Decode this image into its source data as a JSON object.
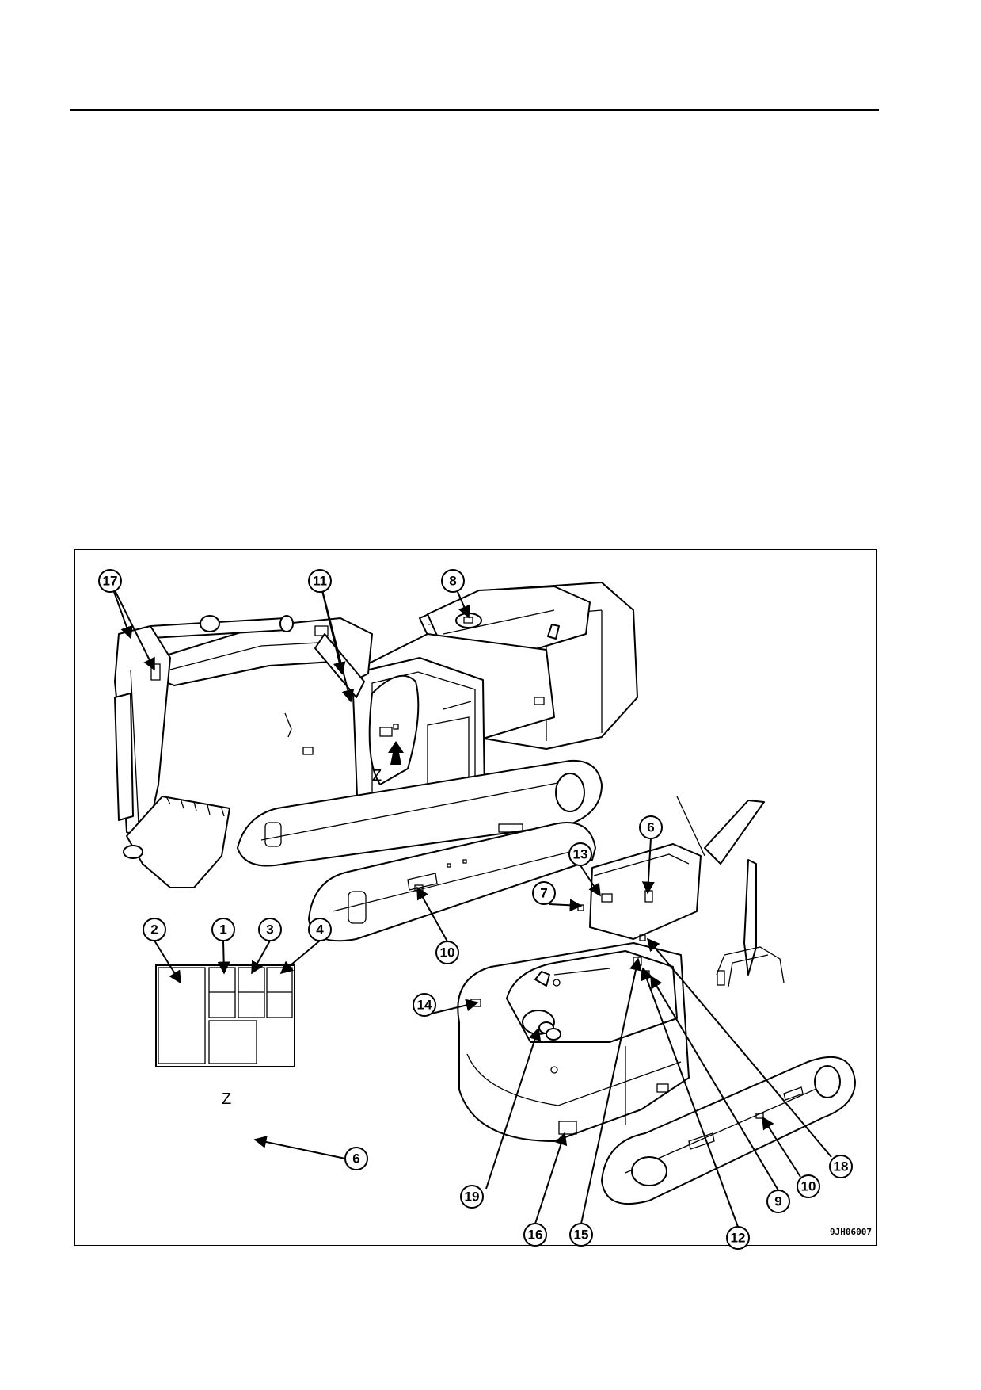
{
  "figure": {
    "view_label": "Z",
    "arrow_label": "Z",
    "drawing_code": "9JH06007",
    "callouts": {
      "c17": "17",
      "c11": "11",
      "c8": "8",
      "c10a": "10",
      "c2": "2",
      "c1": "1",
      "c3": "3",
      "c4": "4",
      "c6a": "6",
      "c14": "14",
      "c7": "7",
      "c13": "13",
      "c6b": "6",
      "c19": "19",
      "c16": "16",
      "c15": "15",
      "c12": "12",
      "c9": "9",
      "c10b": "10",
      "c18": "18"
    }
  }
}
